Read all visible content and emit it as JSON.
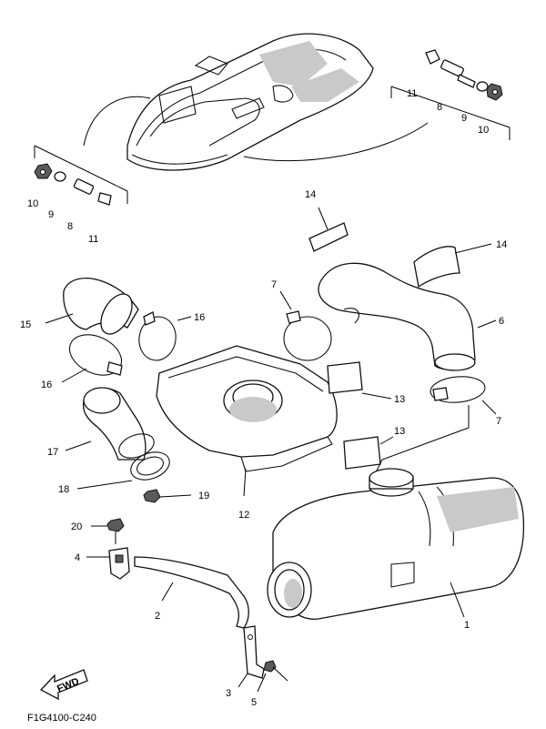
{
  "diagram_code": "F1G4100-C240",
  "fwd_label": "FWD",
  "labels": {
    "l1": "1",
    "l2": "2",
    "l3": "3",
    "l4": "4",
    "l5": "5",
    "l6": "6",
    "l7a": "7",
    "l7b": "7",
    "l8a": "8",
    "l8b": "8",
    "l9a": "9",
    "l9b": "9",
    "l10a": "10",
    "l10b": "10",
    "l11a": "11",
    "l11b": "11",
    "l12": "12",
    "l13a": "13",
    "l13b": "13",
    "l14a": "14",
    "l14b": "14",
    "l15": "15",
    "l16a": "16",
    "l16b": "16",
    "l17": "17",
    "l18": "18",
    "l19": "19",
    "l20": "20"
  }
}
